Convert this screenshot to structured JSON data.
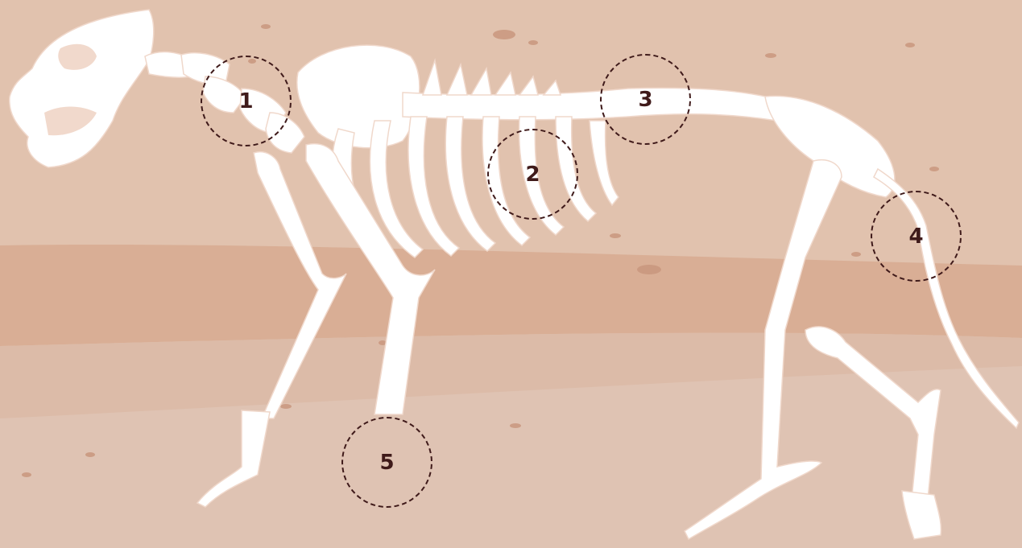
{
  "markers": [
    {
      "label": "1",
      "name": "neck-vertebrae"
    },
    {
      "label": "2",
      "name": "ribcage"
    },
    {
      "label": "3",
      "name": "back-vertebrae"
    },
    {
      "label": "4",
      "name": "tail-base"
    },
    {
      "label": "5",
      "name": "front-paw"
    }
  ],
  "colors": {
    "background": "#dcb9a3",
    "upper_band": "#e1c2ae",
    "middle_band": "#d9ae95",
    "lower_band": "#dfc2b1",
    "bone": "#ffffff",
    "bone_shadow": "#f1d9cc",
    "marker_ink": "#3f1a1a"
  }
}
